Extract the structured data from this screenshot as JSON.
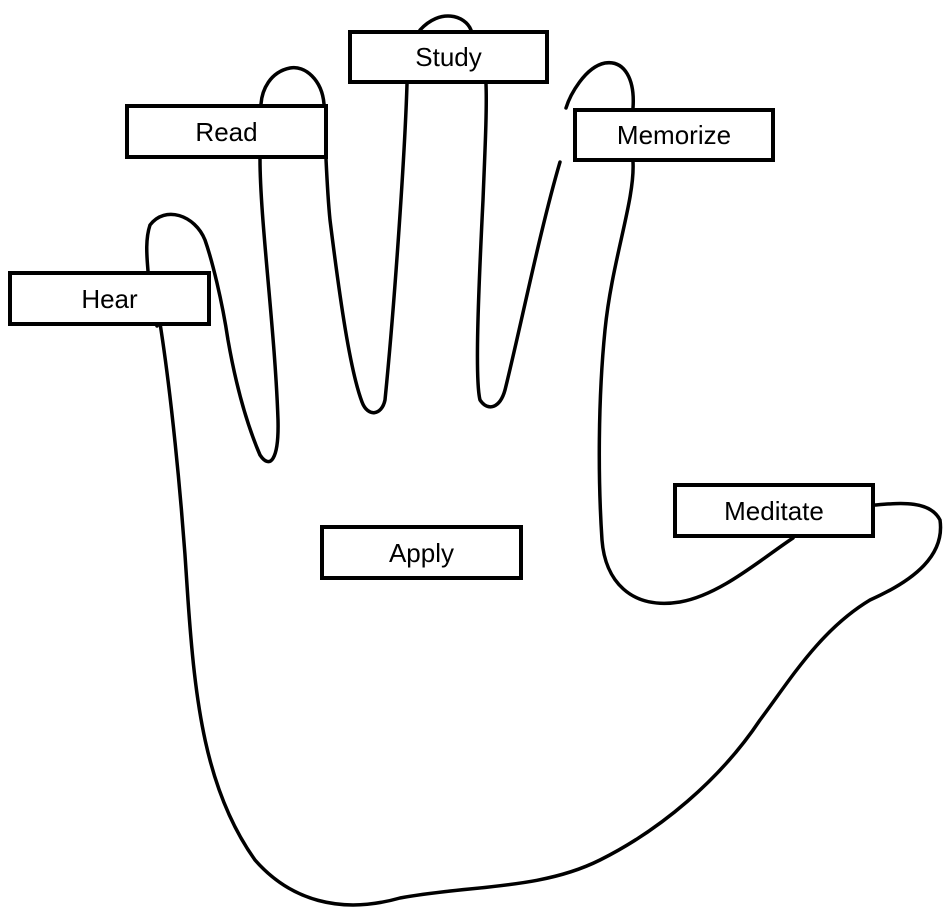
{
  "diagram": {
    "labels": {
      "study": "Study",
      "read": "Read",
      "memorize": "Memorize",
      "hear": "Hear",
      "meditate": "Meditate",
      "apply": "Apply"
    },
    "colors": {
      "outline": "#000000",
      "background": "#ffffff",
      "box_border": "#000000"
    }
  }
}
